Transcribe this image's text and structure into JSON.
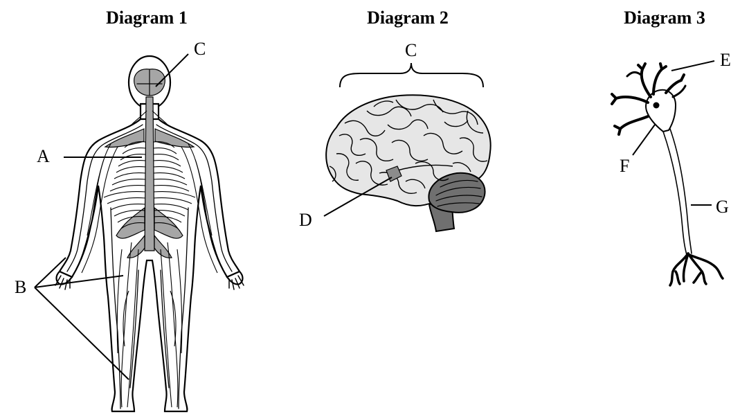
{
  "diagram1": {
    "title": "Diagram 1",
    "labels": {
      "a": "A",
      "b": "B",
      "c": "C"
    }
  },
  "diagram2": {
    "title": "Diagram 2",
    "labels": {
      "c": "C",
      "d": "D"
    }
  },
  "diagram3": {
    "title": "Diagram 3",
    "labels": {
      "e": "E",
      "f": "F",
      "g": "G"
    }
  },
  "colors": {
    "ink": "#000000",
    "nerve_gray": "#a6a6a6",
    "brain_light": "#e6e6e6",
    "cerebellum": "#707070",
    "background": "#ffffff"
  }
}
